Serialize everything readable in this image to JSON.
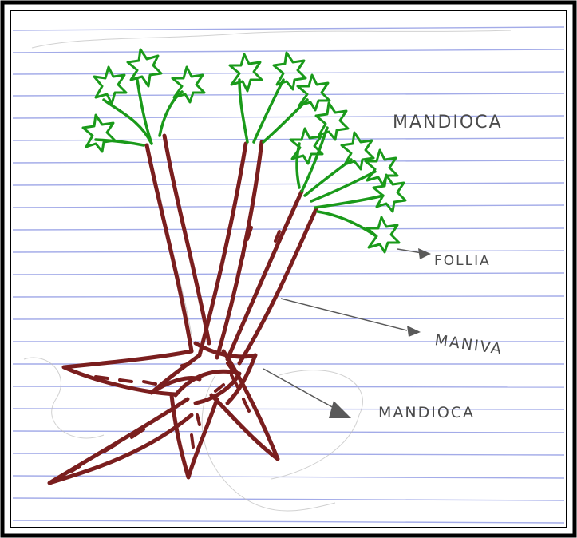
{
  "title": "MANDIOCA",
  "labels": {
    "leaf": "FOLLIA",
    "stem": "MANIVA",
    "root": "MANDIOCA"
  },
  "colors": {
    "border": "#000000",
    "paper": "#ffffff",
    "ruled_line": "#9aa3e6",
    "margin_line": "#c7c7c7",
    "leaf": "#1a9a1a",
    "stem": "#7a1e1e",
    "pencil": "#5a5a5a",
    "text": "#4b4b4b"
  }
}
